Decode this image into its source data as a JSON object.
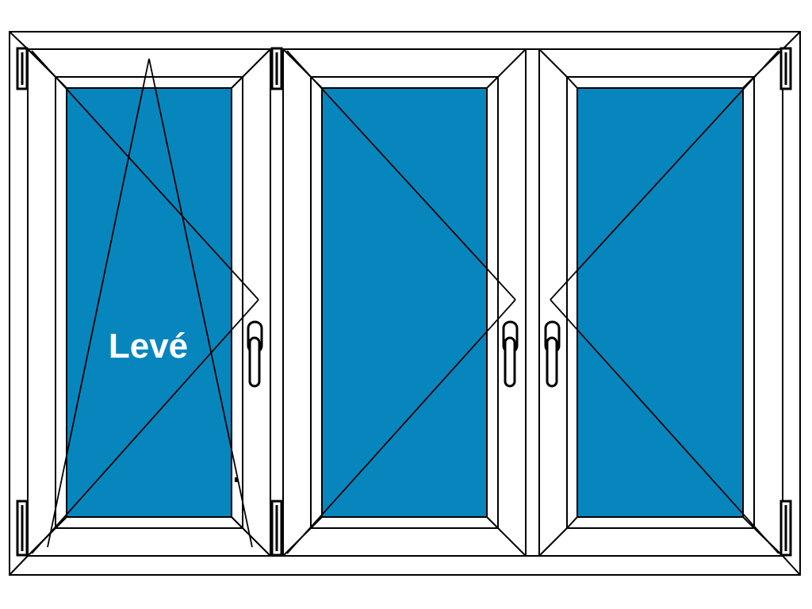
{
  "diagram": {
    "title": "",
    "sashes": [
      {
        "id": "left",
        "label": "Levé",
        "opening": "tilt-and-turn",
        "hinge_side": "left",
        "handle_side": "right"
      },
      {
        "id": "middle",
        "label": "",
        "opening": "turn",
        "hinge_side": "left",
        "handle_side": "right"
      },
      {
        "id": "right",
        "label": "",
        "opening": "turn",
        "hinge_side": "right",
        "handle_side": "left"
      }
    ]
  },
  "colors": {
    "frame": "#ffffff",
    "outline": "#000000",
    "glass": "#0786be",
    "label": "#ffffff",
    "hinge": "#000000"
  }
}
